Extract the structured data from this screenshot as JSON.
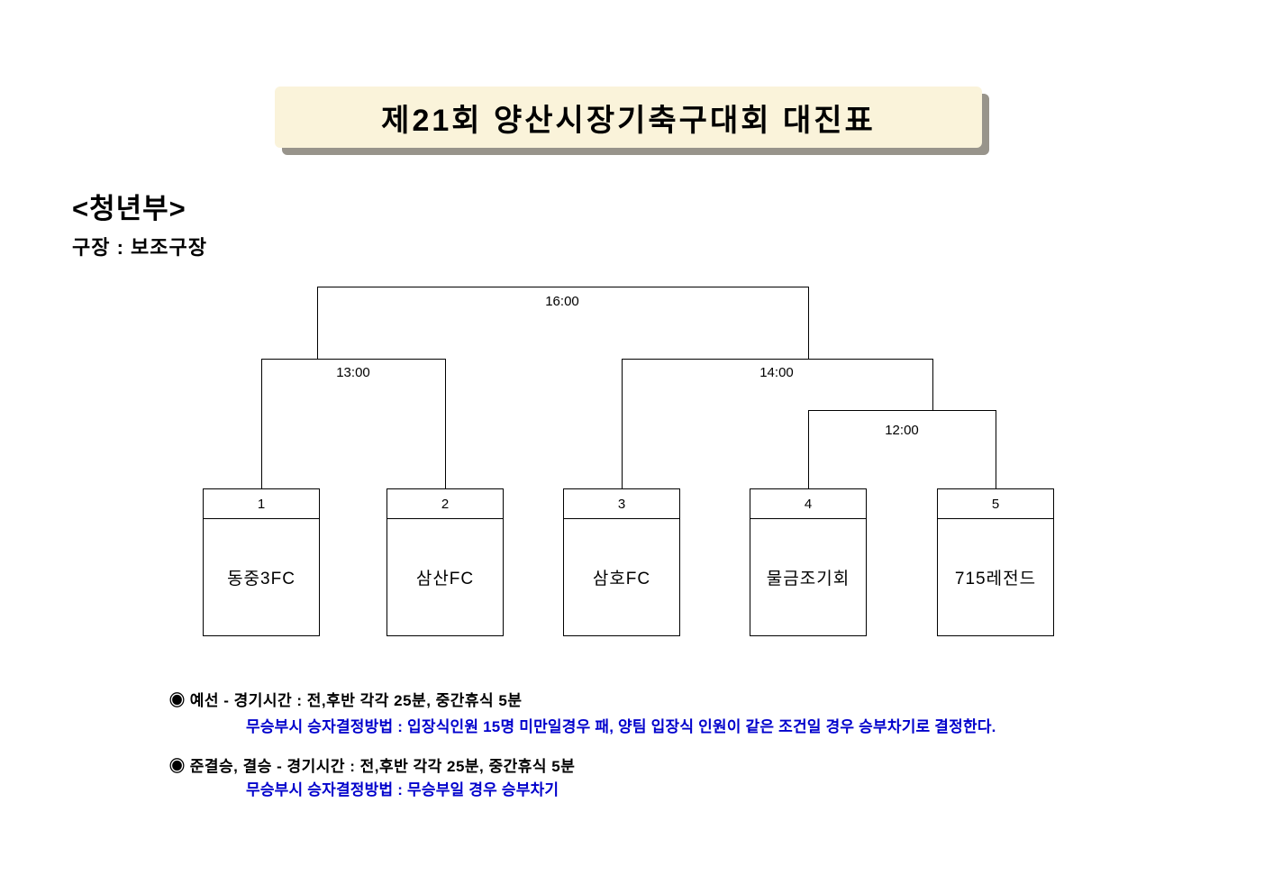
{
  "title": "제21회 양산시장기축구대회 대진표",
  "section": {
    "heading": "<청년부>",
    "venue": "구장 : 보조구장"
  },
  "bracket": {
    "teams": [
      {
        "seed": "1",
        "name": "동중3FC"
      },
      {
        "seed": "2",
        "name": "삼산FC"
      },
      {
        "seed": "3",
        "name": "삼호FC"
      },
      {
        "seed": "4",
        "name": "물금조기회"
      },
      {
        "seed": "5",
        "name": "715레전드"
      }
    ],
    "match_times": {
      "final": "16:00",
      "semifinal_left": "13:00",
      "semifinal_right": "14:00",
      "first_round": "12:00"
    }
  },
  "notes": [
    {
      "black": "◉ 예선 - 경기시간 : 전,후반 각각 25분, 중간휴식 5분",
      "blue": "무승부시 승자결정방법 : 입장식인원 15명 미만일경우 패, 양팀 입장식 인원이 같은 조건일 경우 승부차기로 결정한다."
    },
    {
      "black": "◉ 준결승, 결승 - 경기시간 : 전,후반 각각 25분, 중간휴식 5분",
      "blue": "무승부시 승자결정방법 : 무승부일 경우 승부차기"
    }
  ],
  "colors": {
    "banner_bg": "#faf3da",
    "banner_shadow": "#98948b",
    "note_blue": "#0000cc",
    "line": "#000000"
  }
}
